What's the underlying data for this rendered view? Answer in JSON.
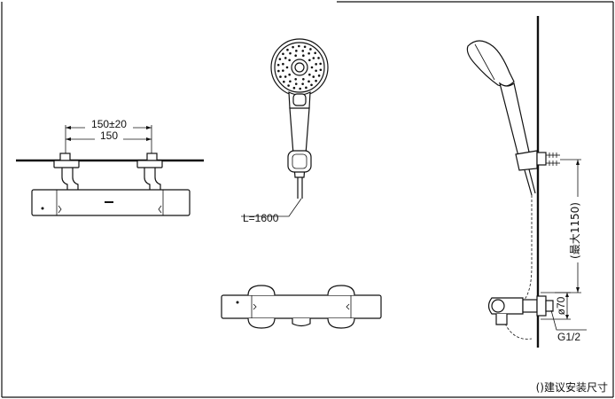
{
  "dimensions": {
    "tolerance_spacing": "150±20",
    "nominal_spacing": "150",
    "hose_length": "L=1600",
    "max_height": "(最大1150)",
    "cover_diameter": "ø70",
    "thread": "G1/2"
  },
  "note": "()建议安装尺寸",
  "colors": {
    "line": "#111111",
    "background": "#ffffff"
  }
}
